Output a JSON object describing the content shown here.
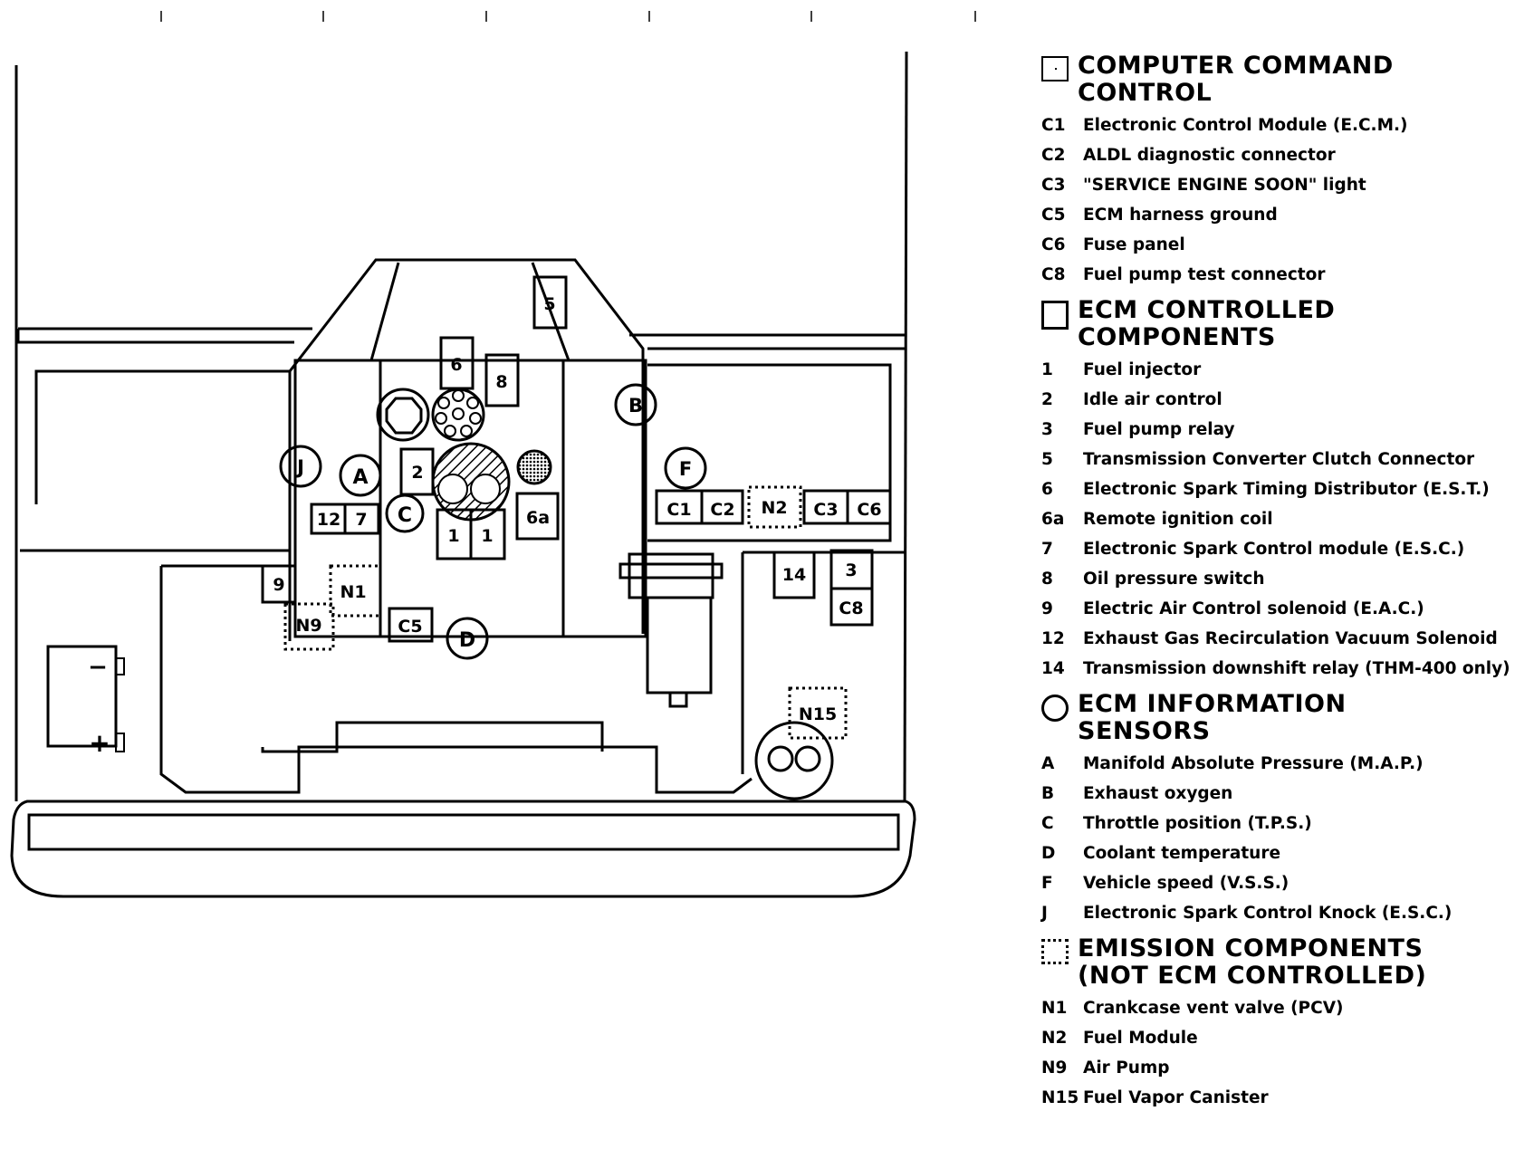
{
  "diagram_labels": {
    "L5": "5",
    "L6": "6",
    "L8": "8",
    "LB": "B",
    "LJ": "J",
    "LA": "A",
    "L2": "2",
    "LC": "C",
    "L12": "12",
    "L7": "7",
    "L1a": "1",
    "L1b": "1",
    "L6a": "6a",
    "LF": "F",
    "LC1": "C1",
    "LC2": "C2",
    "LN2": "N2",
    "LC3": "C3",
    "LC6": "C6",
    "L14": "14",
    "L3": "3",
    "LC8": "C8",
    "L9": "9",
    "LN1": "N1",
    "LN9": "N9",
    "LC5": "C5",
    "LD": "D",
    "LN15": "N15",
    "Lminus": "−",
    "Lplus": "+"
  },
  "legend": {
    "computer_command": {
      "title_line1": "COMPUTER COMMAND",
      "title_line2": "CONTROL",
      "items": [
        {
          "code": "C1",
          "text": "Electronic Control Module (E.C.M.)"
        },
        {
          "code": "C2",
          "text": "ALDL diagnostic connector"
        },
        {
          "code": "C3",
          "text": "\"SERVICE ENGINE SOON\" light"
        },
        {
          "code": "C5",
          "text": "ECM harness ground"
        },
        {
          "code": "C6",
          "text": "Fuse panel"
        },
        {
          "code": "C8",
          "text": "Fuel pump test connector"
        }
      ]
    },
    "ecm_controlled": {
      "title_line1": "ECM CONTROLLED",
      "title_line2": "COMPONENTS",
      "items": [
        {
          "code": "1",
          "text": "Fuel injector"
        },
        {
          "code": "2",
          "text": "Idle air control"
        },
        {
          "code": "3",
          "text": "Fuel pump relay"
        },
        {
          "code": "5",
          "text": "Transmission Converter Clutch Connector"
        },
        {
          "code": "6",
          "text": "Electronic Spark Timing Distributor (E.S.T.)"
        },
        {
          "code": "6a",
          "text": "Remote ignition coil"
        },
        {
          "code": "7",
          "text": "Electronic Spark Control module (E.S.C.)"
        },
        {
          "code": "8",
          "text": "Oil pressure switch"
        },
        {
          "code": "9",
          "text": "Electric Air Control solenoid (E.A.C.)"
        },
        {
          "code": "12",
          "text": "Exhaust Gas Recirculation Vacuum Solenoid"
        },
        {
          "code": "14",
          "text": "Transmission downshift relay (THM-400 only)"
        }
      ]
    },
    "ecm_sensors": {
      "title_line1": "ECM INFORMATION",
      "title_line2": "SENSORS",
      "items": [
        {
          "code": "A",
          "text": "Manifold Absolute Pressure (M.A.P.)"
        },
        {
          "code": "B",
          "text": "Exhaust oxygen"
        },
        {
          "code": "C",
          "text": "Throttle position (T.P.S.)"
        },
        {
          "code": "D",
          "text": "Coolant temperature"
        },
        {
          "code": "F",
          "text": "Vehicle speed (V.S.S.)"
        },
        {
          "code": "J",
          "text": "Electronic Spark Control Knock (E.S.C.)"
        }
      ]
    },
    "emission": {
      "title_line1": "EMISSION COMPONENTS",
      "title_line2": "(NOT ECM CONTROLLED)",
      "items": [
        {
          "code": "N1",
          "text": "Crankcase vent valve (PCV)"
        },
        {
          "code": "N2",
          "text": "Fuel Module"
        },
        {
          "code": "N9",
          "text": "Air Pump"
        },
        {
          "code": "N15",
          "text": "Fuel Vapor Canister"
        }
      ]
    }
  }
}
